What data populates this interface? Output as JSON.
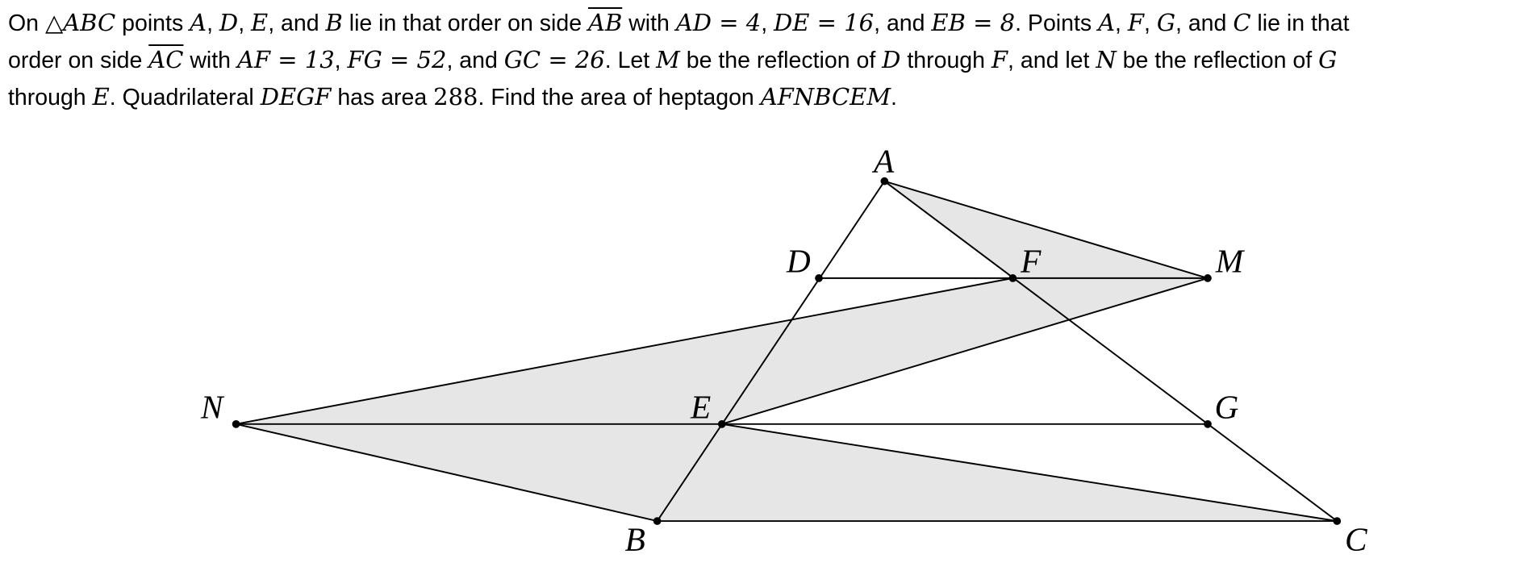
{
  "problem": {
    "lines": [
      [
        {
          "t": "On "
        },
        {
          "t": "△ABC",
          "m": true
        },
        {
          "t": " points "
        },
        {
          "t": "A",
          "m": true
        },
        {
          "t": ", "
        },
        {
          "t": "D",
          "m": true
        },
        {
          "t": ", "
        },
        {
          "t": "E",
          "m": true
        },
        {
          "t": ", and "
        },
        {
          "t": "B",
          "m": true
        },
        {
          "t": " lie in that order on side "
        },
        {
          "t": "AB",
          "m": true,
          "o": true
        },
        {
          "t": " with "
        },
        {
          "t": "AD = 4",
          "m": true
        },
        {
          "t": ", "
        },
        {
          "t": "DE = 16",
          "m": true
        },
        {
          "t": ", and "
        },
        {
          "t": "EB = 8",
          "m": true
        },
        {
          "t": ". Points "
        },
        {
          "t": "A",
          "m": true
        },
        {
          "t": ", "
        },
        {
          "t": "F",
          "m": true
        },
        {
          "t": ", "
        },
        {
          "t": "G",
          "m": true
        },
        {
          "t": ", and "
        },
        {
          "t": "C",
          "m": true
        },
        {
          "t": " lie in that"
        }
      ],
      [
        {
          "t": "order on side "
        },
        {
          "t": "AC",
          "m": true,
          "o": true
        },
        {
          "t": " with "
        },
        {
          "t": "AF = 13",
          "m": true
        },
        {
          "t": ", "
        },
        {
          "t": "FG = 52",
          "m": true
        },
        {
          "t": ", and "
        },
        {
          "t": "GC = 26",
          "m": true
        },
        {
          "t": ". Let "
        },
        {
          "t": "M",
          "m": true
        },
        {
          "t": " be the reflection of "
        },
        {
          "t": "D",
          "m": true
        },
        {
          "t": " through "
        },
        {
          "t": "F",
          "m": true
        },
        {
          "t": ", and let "
        },
        {
          "t": "N",
          "m": true
        },
        {
          "t": " be the reflection of "
        },
        {
          "t": "G",
          "m": true
        }
      ],
      [
        {
          "t": "through "
        },
        {
          "t": "E",
          "m": true
        },
        {
          "t": ". Quadrilateral "
        },
        {
          "t": "DEGF",
          "m": true
        },
        {
          "t": " has area "
        },
        {
          "t": "288",
          "m": true
        },
        {
          "t": ". Find the area of heptagon "
        },
        {
          "t": "AFNBCEM",
          "m": true
        },
        {
          "t": "."
        }
      ]
    ]
  },
  "figure": {
    "fill_color": "#e6e6e6",
    "stroke_color": "#000000",
    "labels": {
      "A": "A",
      "B": "B",
      "C": "C",
      "D": "D",
      "E": "E",
      "F": "F",
      "G": "G",
      "M": "M",
      "N": "N"
    }
  }
}
